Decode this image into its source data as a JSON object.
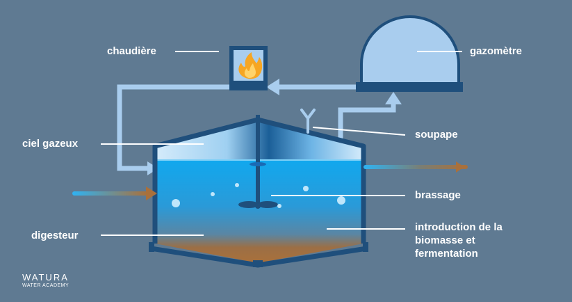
{
  "labels": {
    "chaudiere": "chaudière",
    "gazometre": "gazomètre",
    "ciel_gazeux": "ciel gazeux",
    "soupape": "soupape",
    "brassage": "brassage",
    "digesteur": "digesteur",
    "introduction": "introduction de la biomasse et fermentation"
  },
  "brand": {
    "name": "WATURA",
    "sub": "WATER ACADEMY"
  },
  "colors": {
    "background": "#5f7a92",
    "tank_frame": "#1f4f7c",
    "liquid": "#1aa3e6",
    "sediment": "#a9703b",
    "pipe": "#a9cdee",
    "gasholder": "#a9cdee",
    "flame": "#f6a623"
  }
}
